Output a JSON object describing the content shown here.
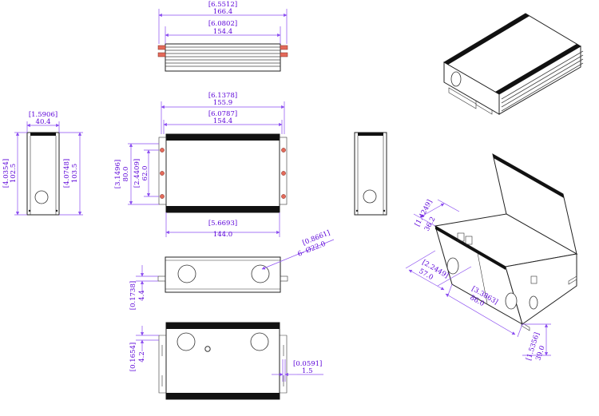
{
  "drawing": {
    "top_view": {
      "overall_in": "[6.5512]",
      "overall_mm": "166.4",
      "body_in": "[6.0802]",
      "body_mm": "154.4"
    },
    "front_view": {
      "flange_in": "[6.1378]",
      "flange_mm": "155.9",
      "outer_in": "[6.0787]",
      "outer_mm": "154.4",
      "inner_in": "[5.6693]",
      "inner_mm": "144.0",
      "height_in": "[3.1496]",
      "height_mm": "80.0",
      "inner_height_in": "[2.4409]",
      "inner_height_mm": "62.0"
    },
    "side_view": {
      "width_in": "[1.5906]",
      "width_mm": "40.4",
      "height_in": "[4.0354]",
      "height_mm": "102.5",
      "inner_height_in": "[4.0748]",
      "inner_height_mm": "103.5"
    },
    "bottom_view": {
      "hole_in": "[0.8661]",
      "hole_mm": "6- Ø22.0",
      "flange_in": "[0.1738]",
      "flange_mm": "4.4"
    },
    "mount_view": {
      "thickness_in": "[0.1654]",
      "thickness_mm": "4.2",
      "slot_in": "[0.0591]",
      "slot_mm": "1.5"
    },
    "iso_open": {
      "depth_in": "[1.4249]",
      "depth_mm": "36.2",
      "width_in": "[2.2449]",
      "width_mm": "57.0",
      "length_in": "[3.3863]",
      "length_mm": "86.0",
      "height_in": "[1.5356]",
      "height_mm": "39.0"
    }
  }
}
